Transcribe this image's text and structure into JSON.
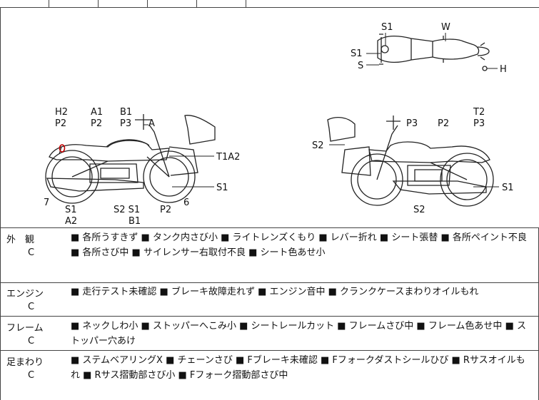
{
  "diagram": {
    "top_view_labels": {
      "s1_top": "S1",
      "w": "W",
      "s1_left": "S1",
      "s": "S",
      "h": "H"
    },
    "left_view_labels": {
      "h2": "H2",
      "p2_a": "P2",
      "a1": "A1",
      "p2_b": "P2",
      "b1": "B1",
      "p3": "P3",
      "a": "A",
      "t1a2": "T1A2",
      "s1_right": "S1",
      "six": "6",
      "seven": "7",
      "s1_low": "S1",
      "a2": "A2",
      "s2s1": "S2 S1",
      "b1_low": "B1",
      "p2_low": "P2"
    },
    "right_view_labels": {
      "s2": "S2",
      "p3": "P3",
      "p2": "P2",
      "t2": "T2",
      "p3_b": "P3",
      "s1": "S1",
      "s2_low": "S2"
    }
  },
  "rows": [
    {
      "category": "外　観",
      "grade": "C",
      "text": "■ 各所うすきず ■ タンク内さび小 ■ ライトレンズくもり ■ レバー折れ ■ シート張替 ■ 各所ペイント不良 ■ 各所さび中 ■ サイレンサー右取付不良 ■ シート色あせ小"
    },
    {
      "category": "エンジン",
      "grade": "C",
      "text": "■ 走行テスト未確認 ■ ブレーキ故障走れず ■ エンジン音中 ■ クランクケースまわりオイルもれ"
    },
    {
      "category": "フレーム",
      "grade": "C",
      "text": "■ ネックしわ小 ■ ストッパーへこみ小 ■ シートレールカット ■ フレームさび中 ■ フレーム色あせ中 ■ ストッパー穴あけ"
    },
    {
      "category": "足まわり",
      "grade": "C",
      "text": "■ ステムベアリングX ■ チェーンさび ■ Fブレーキ未確認 ■ Fフォークダストシールひび ■ Rサスオイルもれ ■ Rサス摺動部さび小 ■ Fフォーク摺動部さび中"
    }
  ]
}
